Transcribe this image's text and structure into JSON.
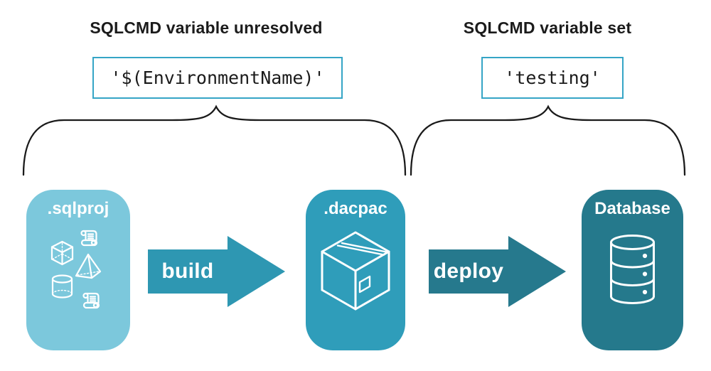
{
  "colors": {
    "title_text": "#1b1b1b",
    "brace_stroke": "#1a1a1a",
    "code_border": "#35a5c6",
    "sqlproj_bg": "#7cc8dc",
    "dacpac_bg": "#2f9dba",
    "database_bg": "#25798c",
    "build_arrow": "#2e97b2",
    "deploy_arrow": "#26798d",
    "icon_stroke": "#ffffff"
  },
  "left_section": {
    "title": "SQLCMD variable unresolved",
    "code": "'$(EnvironmentName)'"
  },
  "right_section": {
    "title": "SQLCMD variable set",
    "code": "'testing'"
  },
  "nodes": [
    {
      "label": ".sqlproj",
      "icons": [
        "scroll-icon",
        "cube-icon",
        "pyramid-icon",
        "cylinder-icon",
        "scroll-icon"
      ]
    },
    {
      "label": ".dacpac",
      "icons": [
        "package-box-icon"
      ]
    },
    {
      "label": "Database",
      "icons": [
        "database-cylinder-icon"
      ]
    }
  ],
  "arrows": [
    {
      "label": "build"
    },
    {
      "label": "deploy"
    }
  ]
}
